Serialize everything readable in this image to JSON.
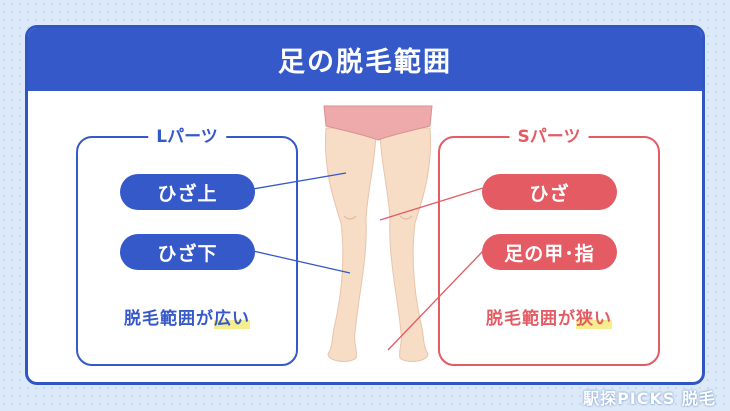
{
  "title": "足の脱毛範囲",
  "left_panel": {
    "heading": "Lパーツ",
    "items": [
      {
        "label": "ひざ上"
      },
      {
        "label": "ひざ下"
      }
    ],
    "summary_main": "脱毛範囲が",
    "summary_highlight": "広い"
  },
  "right_panel": {
    "heading": "Sパーツ",
    "items": [
      {
        "label": "ひざ"
      },
      {
        "label": "足の甲･指"
      }
    ],
    "summary_main": "脱毛範囲が",
    "summary_highlight": "狭い"
  },
  "brand": "駅探PICKS 脱毛",
  "colors": {
    "blue": "#3559c9",
    "red": "#e45b63",
    "skin": "#f7dcc6",
    "underwear": "#eeaaaa",
    "highlight": "#f6ee8e"
  },
  "icons": {
    "brand": "magnifier-icon"
  }
}
